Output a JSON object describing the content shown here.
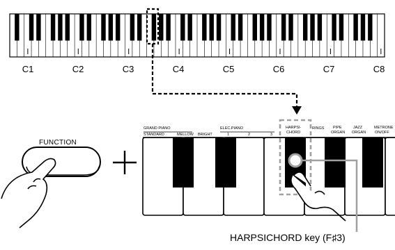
{
  "keyboard": {
    "octave_labels": [
      "C1",
      "C2",
      "C3",
      "C4",
      "C5",
      "C6",
      "C7",
      "C8"
    ]
  },
  "function_button": {
    "label": "FUNCTION"
  },
  "tone_labels": {
    "grand_piano": "GRAND PIANO",
    "standard": "STANDARD",
    "mellow": "MELLOW",
    "bright": "BRIGHT",
    "elec_piano": "ELEC.PIANO",
    "ep1": "1",
    "ep2": "2",
    "ep3": "3",
    "harpsichord_line1": "HARPSI-",
    "harpsichord_line2": "CHORD",
    "strings": "RINGS",
    "pipe_organ_line1": "PIPE",
    "pipe_organ_line2": "ORGAN",
    "jazz_organ_line1": "JAZZ",
    "jazz_organ_line2": "ORGAN",
    "metronome_line1": "METRONE",
    "metronome_line2": "ON/OFF"
  },
  "caption": "HARPSICHORD key (F♯3)",
  "colors": {
    "ink": "#000000",
    "white_key": "#ffffff",
    "highlight": "#a0a0a0"
  }
}
